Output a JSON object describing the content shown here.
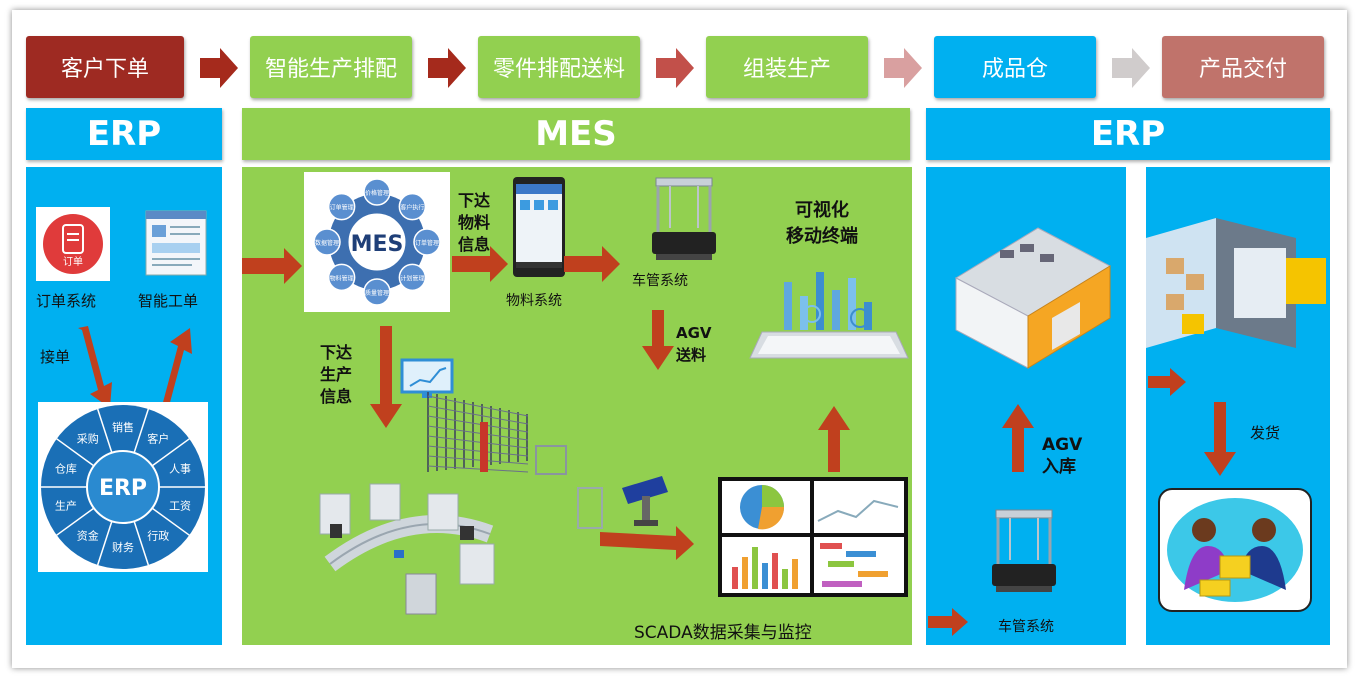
{
  "process": {
    "steps": [
      {
        "label": "客户下单",
        "color": "#9e2a22"
      },
      {
        "label": "智能生产排配",
        "color": "#92d050"
      },
      {
        "label": "零件排配送料",
        "color": "#92d050"
      },
      {
        "label": "组装生产",
        "color": "#92d050"
      },
      {
        "label": "成品仓",
        "color": "#00b0f0"
      },
      {
        "label": "产品交付",
        "color": "#c0736b"
      }
    ],
    "arrow_colors": [
      "#a52a1c",
      "#a52a1c",
      "#c2504a",
      "#d9a0a0",
      "#d0cccc"
    ]
  },
  "bands": {
    "erp_left": "ERP",
    "mes": "MES",
    "erp_right": "ERP"
  },
  "colors": {
    "blue": "#00b0f0",
    "green": "#92d050",
    "arrow": "#c0401e"
  },
  "erp_panel": {
    "order_icon_text": "订单",
    "order_system": "订单系统",
    "smart_work_order": "智能工单",
    "receive_order": "接单",
    "wheel_center": "ERP",
    "wheel_items": [
      "销售",
      "客户",
      "人事",
      "工资",
      "行政",
      "财务",
      "资金",
      "生产",
      "仓库",
      "采购"
    ]
  },
  "mes_panel": {
    "mes_logo": "MES",
    "mes_items": [
      "价格管理",
      "客户执行",
      "订单管理",
      "计划管理",
      "质量管理",
      "物料管理",
      "数据管理",
      "订单管理"
    ],
    "issue_material_info": [
      "下达",
      "物料",
      "信息"
    ],
    "material_system": "物料系统",
    "vehicle_system": "车管系统",
    "agv_delivery": [
      "AGV",
      "送料"
    ],
    "visual_mobile": [
      "可视化",
      "移动终端"
    ],
    "issue_production_info": [
      "下达",
      "生产",
      "信息"
    ],
    "scada": "SCADA数据采集与监控"
  },
  "warehouse_panel": {
    "agv_storage": [
      "AGV",
      "入库"
    ],
    "vehicle_system": "车管系统"
  },
  "delivery_panel": {
    "ship": "发货"
  }
}
